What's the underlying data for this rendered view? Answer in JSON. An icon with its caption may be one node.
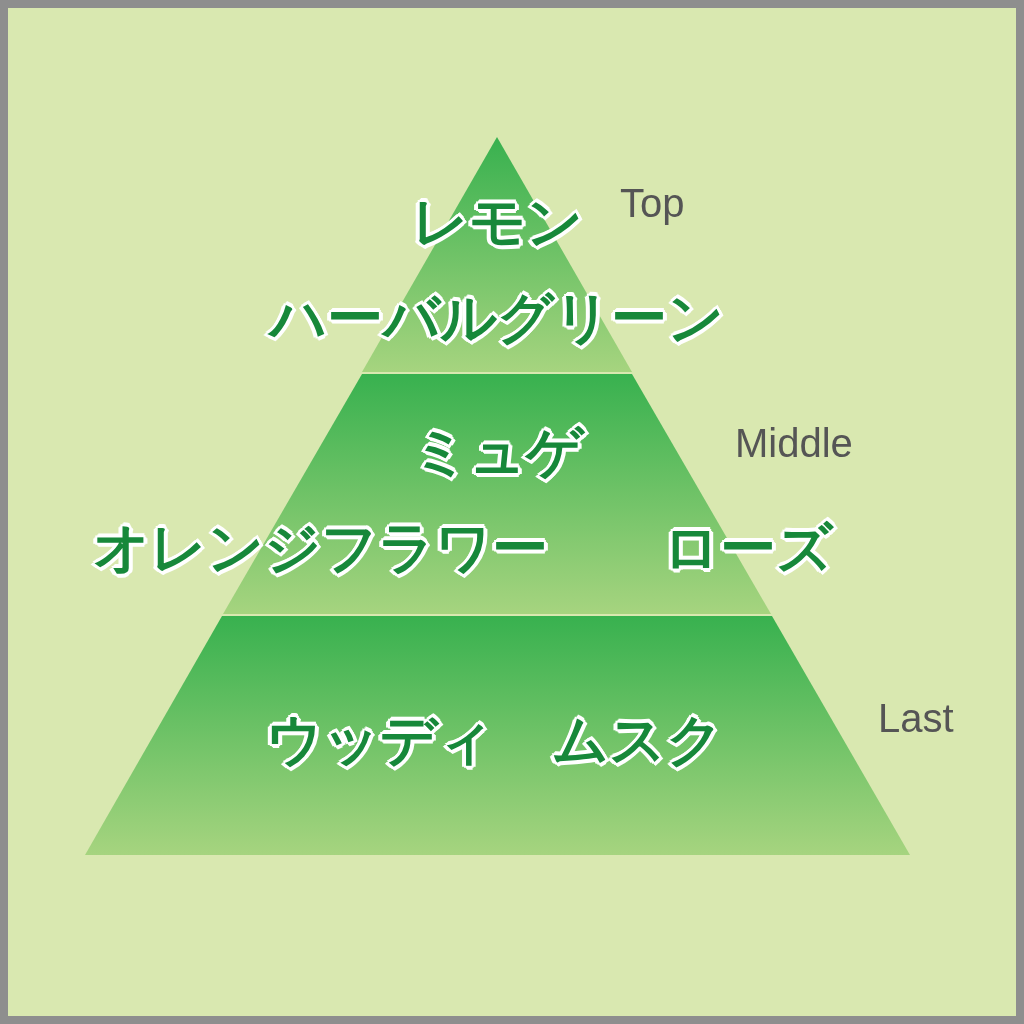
{
  "diagram": {
    "nodes": [
      {
        "text": [
          "レモン",
          "ハーバルグリーン"
        ],
        "beside": [
          "Top"
        ]
      },
      {
        "text": [
          "ミュゲ",
          "オレンジフラワー",
          "ローズ"
        ],
        "beside": [
          "Middle"
        ]
      },
      {
        "text": [
          "ウッディ",
          "ムスク"
        ],
        "beside": [
          "Last"
        ]
      }
    ]
  }
}
